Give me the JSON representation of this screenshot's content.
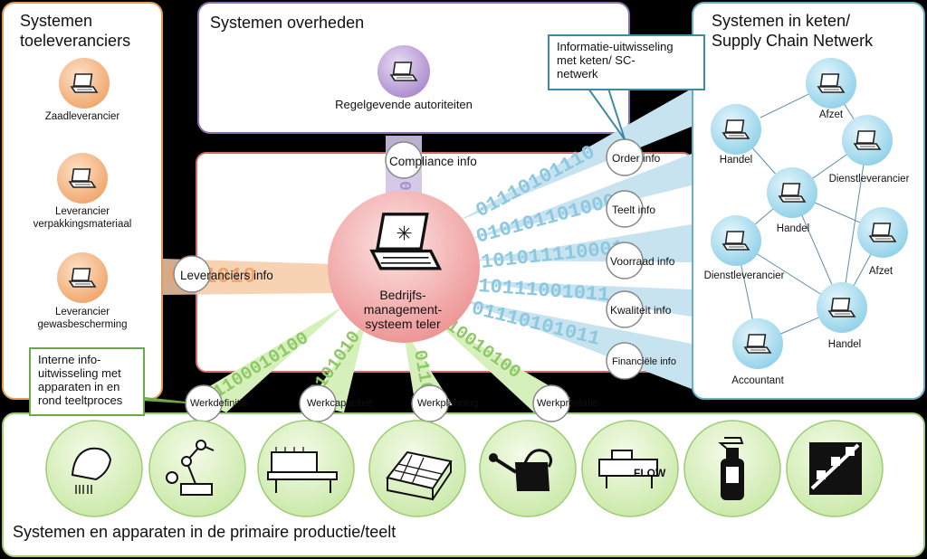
{
  "panels": {
    "suppliers_title": "Systemen\ntoeleveranciers",
    "government_title": "Systemen overheden",
    "chain_title": "Systemen in keten/\nSupply Chain Netwerk",
    "primary_title": "Systemen en apparaten in de primaire productie/teelt"
  },
  "suppliers": [
    {
      "label": "Zaadleverancier"
    },
    {
      "label": "Leverancier\nverpakkingsmateriaal"
    },
    {
      "label": "Leverancier\ngewasbescherming"
    }
  ],
  "government": {
    "label": "Regelgevende autoriteiten"
  },
  "hub": {
    "label": "Bedrijfs-\nmanagement-\nsysteem teler"
  },
  "flows": {
    "compliance": "Compliance info",
    "suppliers": "Leveranciers info",
    "order": "Order info",
    "teelt": "Teelt info",
    "voorraad": "Voorraad info",
    "kwaliteit": "Kwaliteit info",
    "financieel": "Financiële info",
    "werkdefinitie": "Werkdefinitie",
    "werkcapaciteit": "Werkcapaciteit",
    "werkplanning": "Werkplanning",
    "werkprestatie": "Werkprestatie"
  },
  "callouts": {
    "chain": "Informatie-uitwisseling\nmet keten/ SC-\nnetwerk",
    "internal": "Interne info-\nuitwisseling met\napparaten in en\nrond teeltproces"
  },
  "network_nodes": [
    "Afzet",
    "Handel",
    "Dienstleverancier",
    "Handel",
    "Afzet",
    "Dienstleverancier",
    "Handel",
    "Accountant"
  ],
  "binary": {
    "left": "1001010",
    "right_rows": [
      "01110101110",
      "0101011010001",
      "101011110001",
      "10111001011",
      "01110101011"
    ],
    "down_rows": [
      "1100010100",
      "0101010",
      "0110",
      "10010100"
    ],
    "top": "0101"
  },
  "devices": [
    "hand-scanner-icon",
    "robot-arm-icon",
    "conveyor-machine-icon",
    "greenhouse-icon",
    "watering-can-icon",
    "flow-machine-icon",
    "spray-bottle-icon",
    "packaging-boxes-icon"
  ],
  "colors": {
    "orange": "#e39a5a",
    "purple": "#8a6fb0",
    "red": "#d46a6a",
    "blue": "#6aaec6",
    "green": "#9ccc74"
  }
}
